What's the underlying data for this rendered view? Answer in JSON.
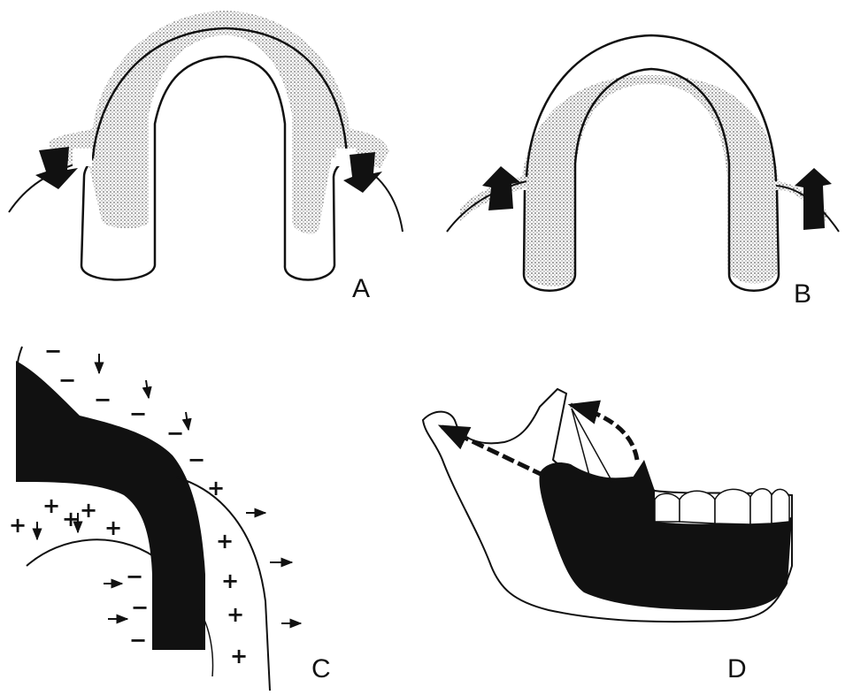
{
  "panels": {
    "a": {
      "label": "A"
    },
    "b": {
      "label": "B"
    },
    "c": {
      "label": "C",
      "minus_sign": "−",
      "plus_sign": "+"
    },
    "d": {
      "label": "D"
    }
  },
  "colors": {
    "ink": "#111111",
    "stipple": "#9a9a9a",
    "paper": "#ffffff"
  }
}
